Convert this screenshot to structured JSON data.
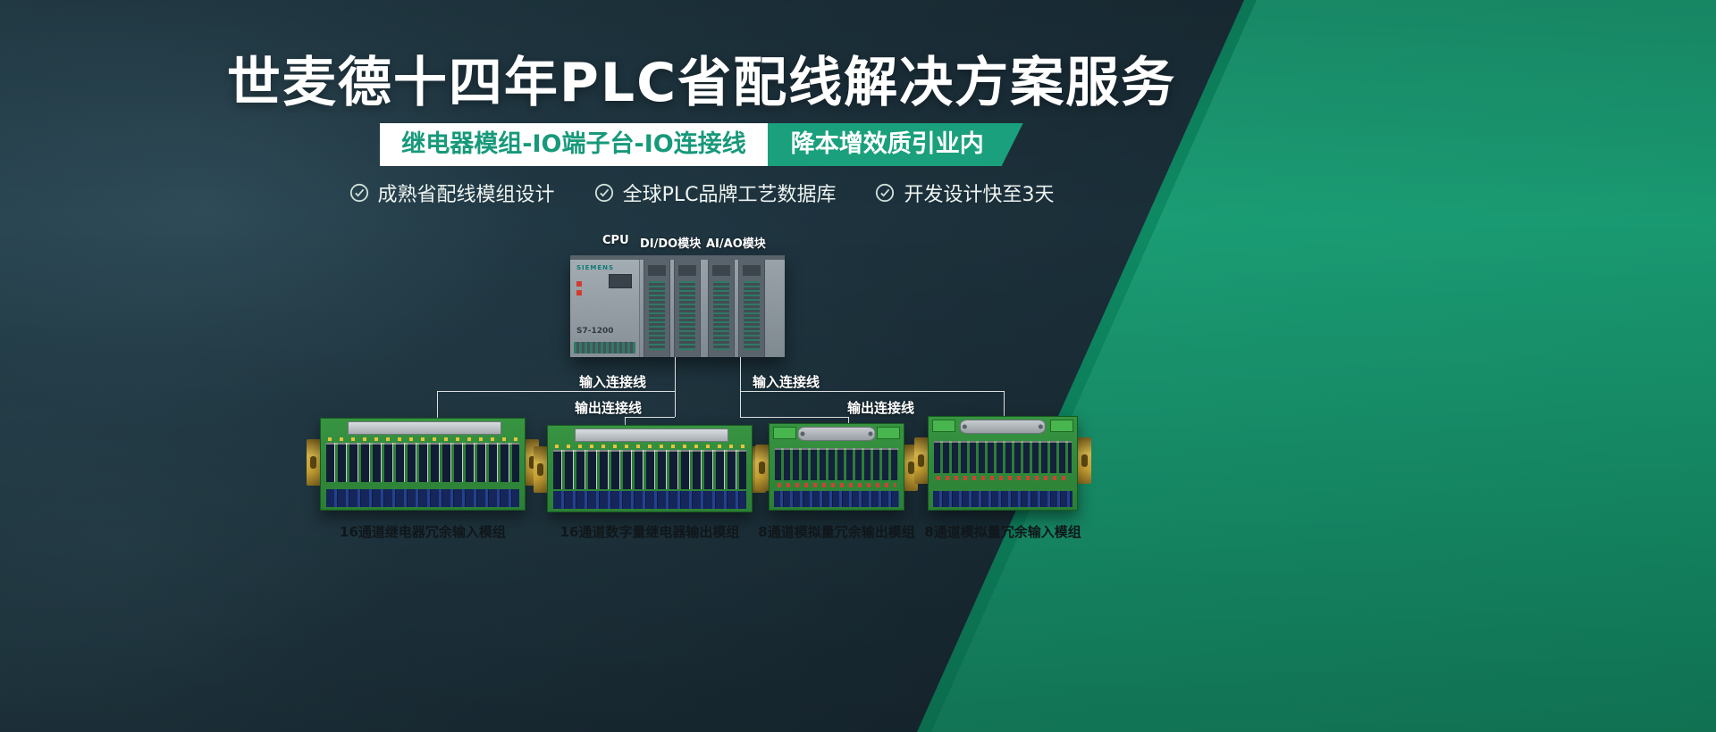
{
  "banner": {
    "title": "世麦德十四年PLC省配线解决方案服务",
    "ribbon": {
      "left_label": "继电器模组-IO端子台-IO连接线",
      "right_label": "降本增效质引业内"
    },
    "features": [
      "成熟省配线模组设计",
      "全球PLC品牌工艺数据库",
      "开发设计快至3天"
    ],
    "feature_icon": "check-circle-icon"
  },
  "plc": {
    "section_labels": {
      "cpu": "CPU",
      "di_do": "DI/DO模块",
      "ai_ao": "AI/AO模块"
    },
    "brand": "SIEMENS",
    "model": "S7-1200"
  },
  "cables": {
    "left_input": "输入连接线",
    "left_output": "输出连接线",
    "right_input": "输入连接线",
    "right_output": "输出连接线"
  },
  "modules": [
    {
      "caption": "16通道继电器冗余输入模组"
    },
    {
      "caption": "16通道数字量继电器输出模组"
    },
    {
      "caption": "8通道模拟量冗余输出模组"
    },
    {
      "caption": "8通道模拟量冗余输入模组"
    }
  ],
  "colors": {
    "background_dark": "#1e323d",
    "accent_green": "#1aa07c",
    "pcb_green": "#2f8c3a",
    "din_rail_gold": "#d7b64b"
  }
}
